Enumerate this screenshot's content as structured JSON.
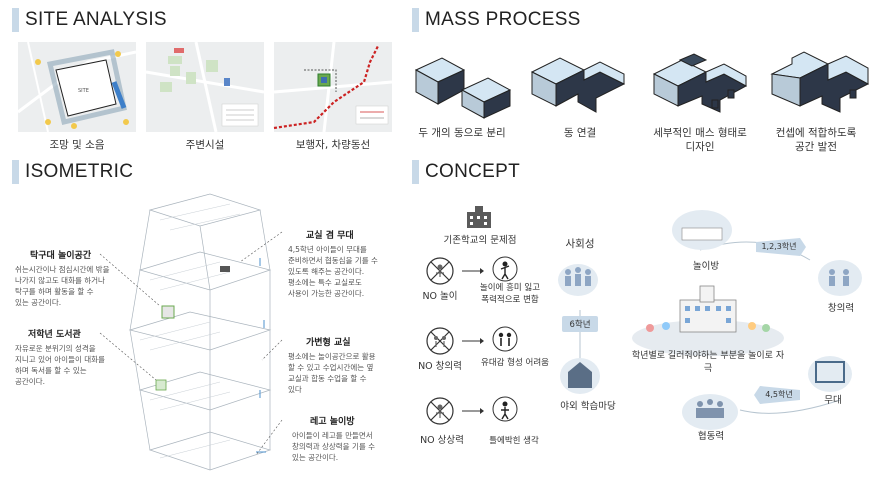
{
  "sections": {
    "site_analysis": "SITE ANALYSIS",
    "mass_process": "MASS PROCESS",
    "isometric": "ISOMETRIC",
    "concept": "CONCEPT"
  },
  "site": {
    "map_site_label": "SITE",
    "captions": [
      "조망 및 소음",
      "주변시설",
      "보행자, 차량동선"
    ]
  },
  "mass": {
    "captions": [
      "두 개의 동으로 분리",
      "동 연결",
      "세부적인 매스 형태로\n디자인",
      "컨셉에 적합하도록\n공간 발전"
    ]
  },
  "iso": {
    "items": [
      {
        "title": "탁구대 놀이공간",
        "desc": "쉬는시간이나 점심시간에 밖을\n나가지 않고도 대화를 하거나\n탁구를 하며 활동을 할 수\n있는 공간이다."
      },
      {
        "title": "저학년 도서관",
        "desc": "자유로운 분위기의 성격을\n지니고 있어 아이들이 대화를\n하며 독서를 할 수 있는\n공간이다."
      },
      {
        "title": "교실 겸 무대",
        "desc": "4,5학년 아이들이 무대를\n준비하면서 협동심을 기를 수\n있도록 해주는 공간이다.\n평소에는 특수 교실로도\n사용이 가능한 공간이다."
      },
      {
        "title": "가변형 교실",
        "desc": "평소에는 놀이공간으로 활용\n할 수 있고 수업시간에는 옆\n교실과 합동 수업을 할 수\n있다"
      },
      {
        "title": "레고 놀이방",
        "desc": "아이들이 레고를 만들면서\n창의력과 상상력을 기를 수\n있는 공간이다."
      }
    ]
  },
  "concept": {
    "problems_title": "기존학교의 문제점",
    "problems": [
      {
        "no": "NO 놀이",
        "result": "놀이에 흥미 잃고\n폭력적으로 변함"
      },
      {
        "no": "NO 창의력",
        "result": "유대감 형성 어려움"
      },
      {
        "no": "NO 상상력",
        "result": "틀에박힌 생각"
      }
    ],
    "sociality": "사회성",
    "grade6": "6학년",
    "outdoor": "야외 학습마당",
    "playroom": "놀이방",
    "grade123": "1,2,3학년",
    "creativity": "창의력",
    "center": "학년별로 길러줘야하는 부분을 놀이로 자극",
    "stage": "무대",
    "grade45": "4,5학년",
    "cooperation": "협동력"
  },
  "colors": {
    "accent_bar": "#c8d9e8",
    "mass_top": "#d4e6f3",
    "mass_side": "#2d3748",
    "dark_route": "#cc2222"
  }
}
